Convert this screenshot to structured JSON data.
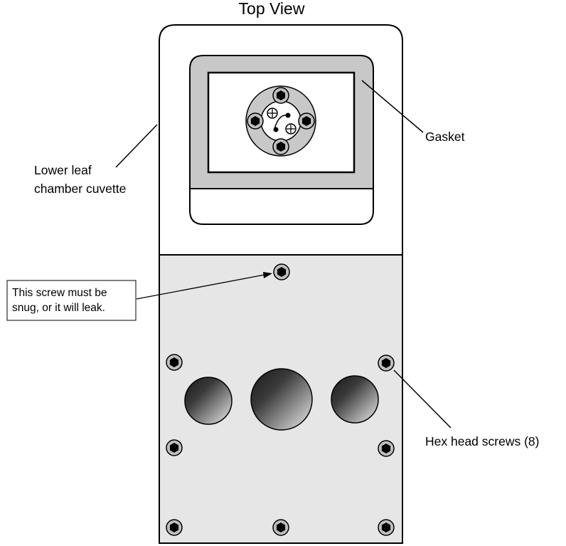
{
  "title": "Top View",
  "labels": {
    "gasket": "Gasket",
    "lower_leaf_line1": "Lower leaf",
    "lower_leaf_line2": "chamber cuvette",
    "hex_screws": "Hex head screws (8)"
  },
  "note": {
    "line1": "This screw must be",
    "line2": "snug, or it will leak."
  },
  "colors": {
    "plate_fill": "#e6e6e6",
    "gasket_fill": "#c8c8c8",
    "stroke": "#000000",
    "screw_ring": "#c0c0c0",
    "hole_dark": "#1a1a1a",
    "hole_light": "#e8e8e8"
  },
  "icons": [
    "hex-screw-icon",
    "plus-screw-icon"
  ]
}
